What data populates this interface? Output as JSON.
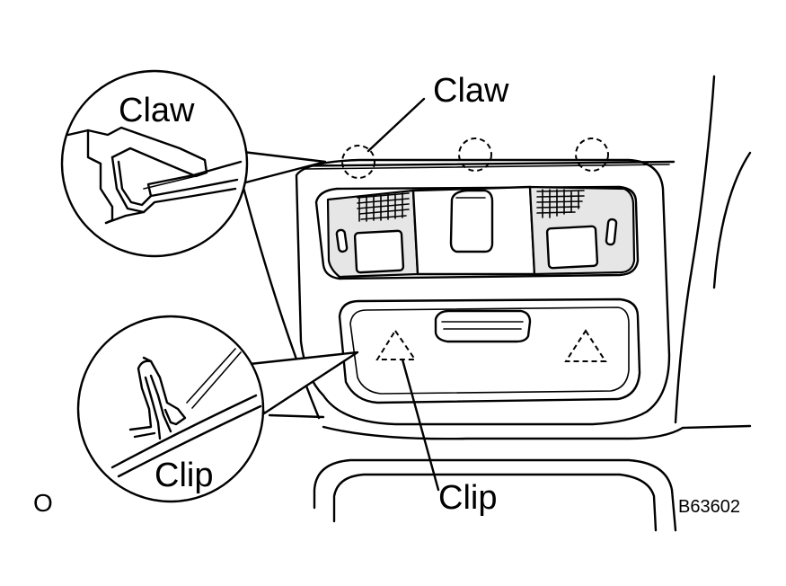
{
  "labels": {
    "claw_top": "Claw",
    "claw_detail": "Claw",
    "clip_bottom": "Clip",
    "clip_detail": "Clip",
    "corner_mark": "O",
    "figure_code": "B63602"
  }
}
